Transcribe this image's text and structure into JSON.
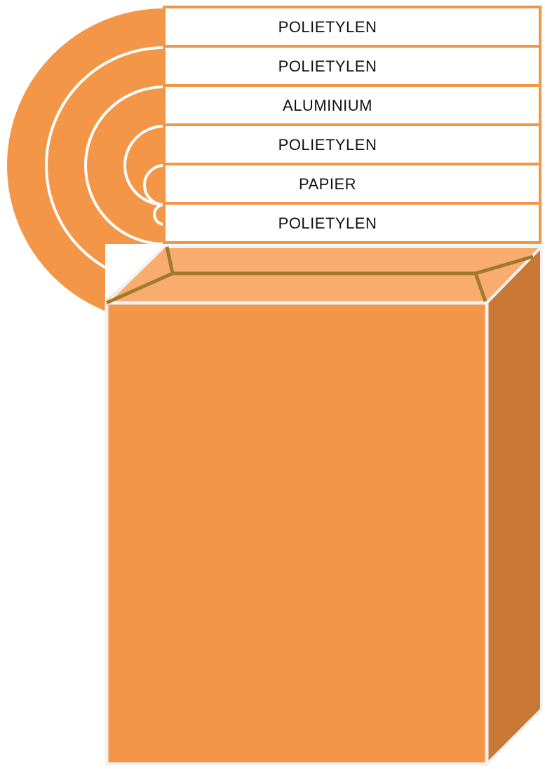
{
  "colors": {
    "orange": "#F49648",
    "orange_light": "#F8AC6E",
    "orange_dark": "#C87834",
    "band_fill": "#FFFFFF",
    "band_border": "#F49648",
    "seam_line": "#A0792A",
    "outline": "#F2F2F2"
  },
  "layers": [
    {
      "label": "POLIETYLEN"
    },
    {
      "label": "POLIETYLEN"
    },
    {
      "label": "ALUMINIUM"
    },
    {
      "label": "POLIETYLEN"
    },
    {
      "label": "PAPIER"
    },
    {
      "label": "POLIETYLEN"
    }
  ]
}
